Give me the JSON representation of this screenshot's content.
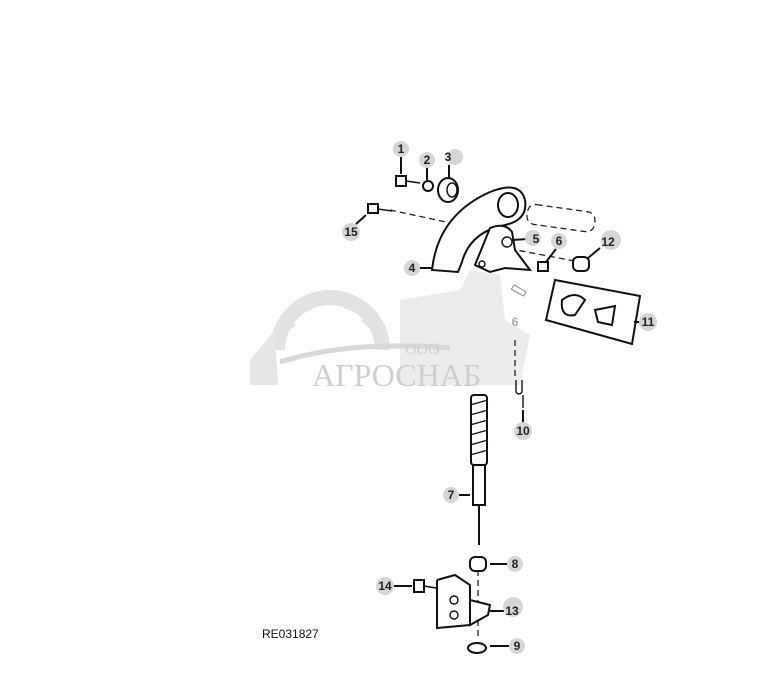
{
  "diagram_code": "RE031827",
  "watermark": {
    "prefix": "ООО",
    "name": "АГРОСНАБ"
  },
  "callouts": [
    {
      "id": "1",
      "label": "1"
    },
    {
      "id": "2",
      "label": "2"
    },
    {
      "id": "3",
      "label": "3"
    },
    {
      "id": "4",
      "label": "4"
    },
    {
      "id": "5",
      "label": "5"
    },
    {
      "id": "6a",
      "label": "6"
    },
    {
      "id": "6b",
      "label": "6"
    },
    {
      "id": "7",
      "label": "7"
    },
    {
      "id": "8",
      "label": "8"
    },
    {
      "id": "9",
      "label": "9"
    },
    {
      "id": "10",
      "label": "10"
    },
    {
      "id": "11",
      "label": "11"
    },
    {
      "id": "12",
      "label": "12"
    },
    {
      "id": "13",
      "label": "13"
    },
    {
      "id": "14",
      "label": "14"
    },
    {
      "id": "15",
      "label": "15"
    }
  ],
  "colors": {
    "line": "#111111",
    "badge": "#d6d6d6",
    "watermark": "#cfcfcf"
  }
}
